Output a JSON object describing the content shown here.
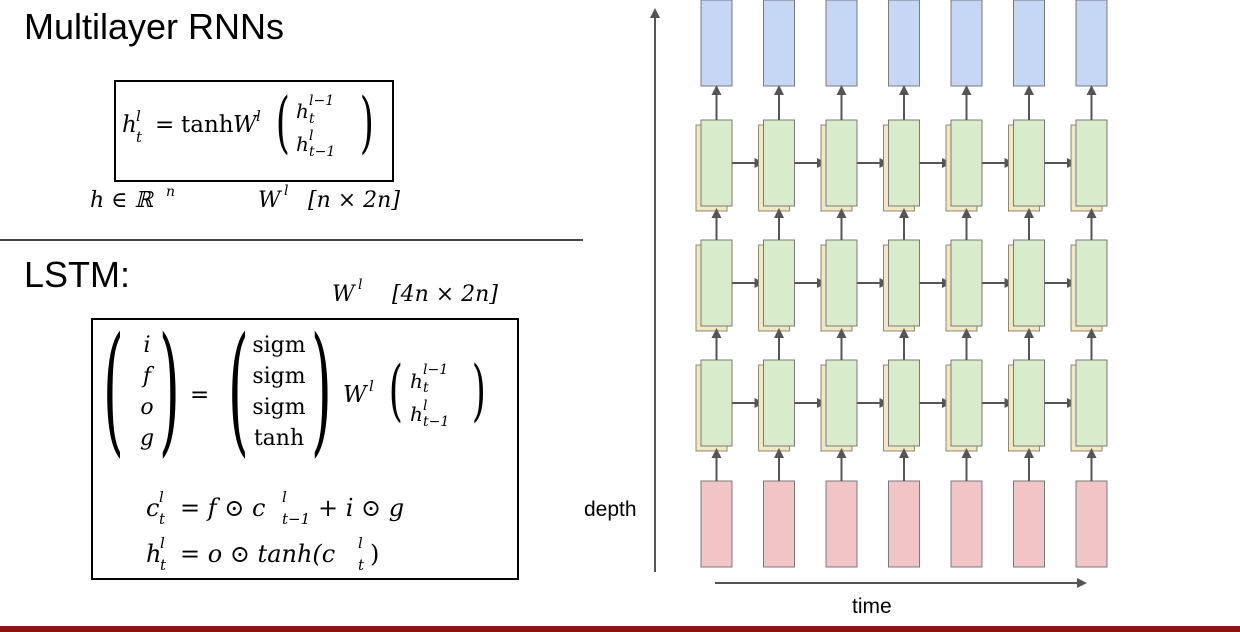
{
  "slide": {
    "title_rnn": "Multilayer RNNs",
    "title_lstm": "LSTM:"
  },
  "rnn": {
    "eq_lhs": "h",
    "eq_lhs_sup": "l",
    "eq_lhs_sub": "t",
    "eq_equals": "=",
    "eq_func": "tanh",
    "eq_W": "W",
    "eq_W_sup": "l",
    "vec_top": "h",
    "vec_top_sup": "l−1",
    "vec_top_sub": "t",
    "vec_bot": "h",
    "vec_bot_sup": "l",
    "vec_bot_sub": "t−1",
    "dim_h": "h ∈ ℝ",
    "dim_h_sup": "n",
    "dim_W": "W",
    "dim_W_sup": "l",
    "dim_W_size": "[n × 2n]"
  },
  "lstm": {
    "dim_W": "W",
    "dim_W_sup": "l",
    "dim_W_size": "[4n × 2n]",
    "gates": [
      "i",
      "f",
      "o",
      "g"
    ],
    "equals": "=",
    "activations": [
      "sigm",
      "sigm",
      "sigm",
      "tanh"
    ],
    "W": "W",
    "W_sup": "l",
    "vec_top": "h",
    "vec_top_sup": "l−1",
    "vec_top_sub": "t",
    "vec_bot": "h",
    "vec_bot_sup": "l",
    "vec_bot_sub": "t−1",
    "eq_c": "c = f ⊙ c + i ⊙ g",
    "eq_c_parts": {
      "lhs": "c",
      "mid": "= f ⊙ c",
      "rhs": "+ i ⊙ g"
    },
    "eq_h_parts": {
      "lhs": "h",
      "rhs": "= o ⊙ tanh(c",
      "close": ")"
    }
  },
  "diagram": {
    "depth_label": "depth",
    "time_label": "time",
    "columns": 7,
    "hidden_layers": 3,
    "colors": {
      "output": "#c6d6f5",
      "hidden": "#d8eccc",
      "hidden_shadow": "#f2e7c2",
      "input": "#f1c4c6",
      "arrow": "#555555",
      "axis": "#555555"
    }
  },
  "footer": {
    "bar_color": "#8c1515"
  }
}
